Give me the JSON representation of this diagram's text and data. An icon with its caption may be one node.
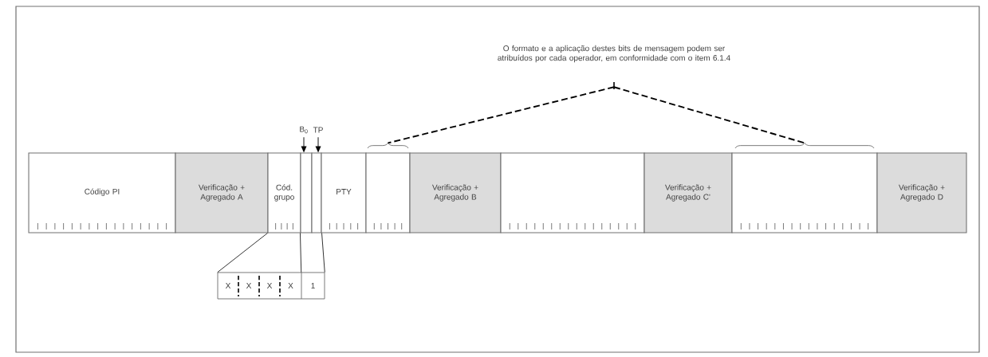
{
  "diagram": {
    "nodes": [
      {
        "text": [
          "Código PI"
        ]
      },
      {
        "text": [
          "Verificação + Agregado A"
        ]
      },
      {
        "text": [
          "Cód. grupo"
        ]
      },
      {
        "text": [],
        "shape": "box"
      },
      {
        "text": [],
        "shape": "box"
      },
      {
        "text": [
          "PTY"
        ]
      },
      {
        "text": [],
        "shape": "box"
      },
      {
        "text": [
          "Verificação + Agregado B"
        ]
      },
      {
        "text": [],
        "shape": "box"
      },
      {
        "text": [
          "Verificação + Agregado C'"
        ]
      },
      {
        "text": [],
        "shape": "box"
      },
      {
        "text": [
          "Verificação + Agregado D"
        ]
      },
      {
        "text": [
          "O formato e a aplicação destes bits de mensagem podem ser atribuídos por cada operador, em conformidade com o item 6.1.4"
        ]
      },
      {
        "text": [
          "B$_{0}$"
        ]
      },
      {
        "text": [
          "TP"
        ]
      },
      {
        "text": [
          "X"
        ]
      },
      {
        "text": [
          "X"
        ]
      },
      {
        "text": [
          "X"
        ]
      },
      {
        "text": [
          "X"
        ]
      },
      {
        "text": [
          "1"
        ]
      }
    ],
    "edges": [
      {
        "from": 13,
        "to": 3,
        "arrow": "to"
      },
      {
        "from": 14,
        "to": 4,
        "arrow": "to"
      },
      {
        "from": 12,
        "to": 6,
        "arrow": "none",
        "style": "dashed"
      },
      {
        "from": 12,
        "to": 10,
        "arrow": "none",
        "style": "dashed"
      },
      {
        "from": 2,
        "to": 15,
        "arrow": "none"
      },
      {
        "from": 3,
        "to": 19,
        "arrow": "none"
      },
      {
        "from": 4,
        "to": 19,
        "arrow": "none"
      }
    ]
  }
}
